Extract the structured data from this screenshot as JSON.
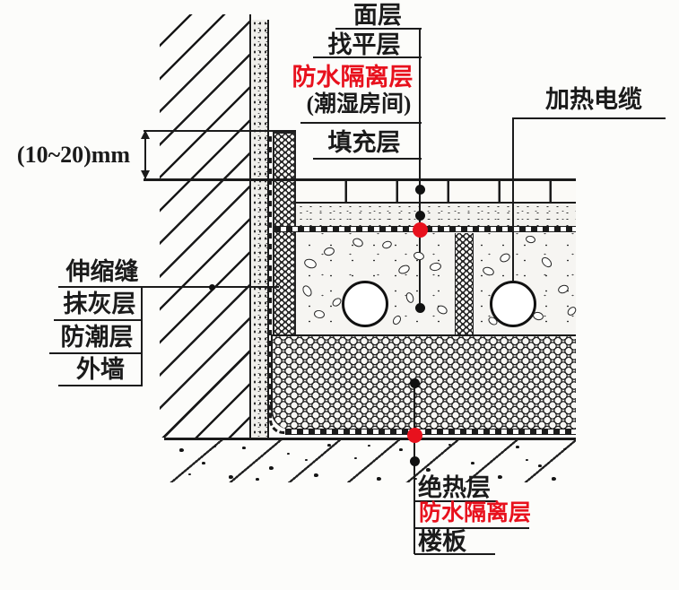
{
  "diagram": {
    "top_labels": {
      "surface_layer": "面层",
      "leveling_layer": "找平层",
      "waterproof_isolation_layer": "防水隔离层",
      "damp_room_note": "(潮湿房间)",
      "filling_layer": "填充层"
    },
    "right_label": {
      "heating_cable": "加热电缆"
    },
    "dimension": {
      "edge_gap": "(10~20)mm"
    },
    "left_labels": {
      "expansion_joint": "伸缩缝",
      "plaster_layer": "抹灰层",
      "moisture_proof_layer": "防潮层",
      "exterior_wall": "外墙"
    },
    "bottom_labels": {
      "insulation_layer": "绝热层",
      "waterproof_isolation_layer": "防水隔离层",
      "floor_slab": "楼板"
    },
    "colors": {
      "highlight_red": "#e8111d",
      "line_black": "#1b1b1b"
    }
  }
}
